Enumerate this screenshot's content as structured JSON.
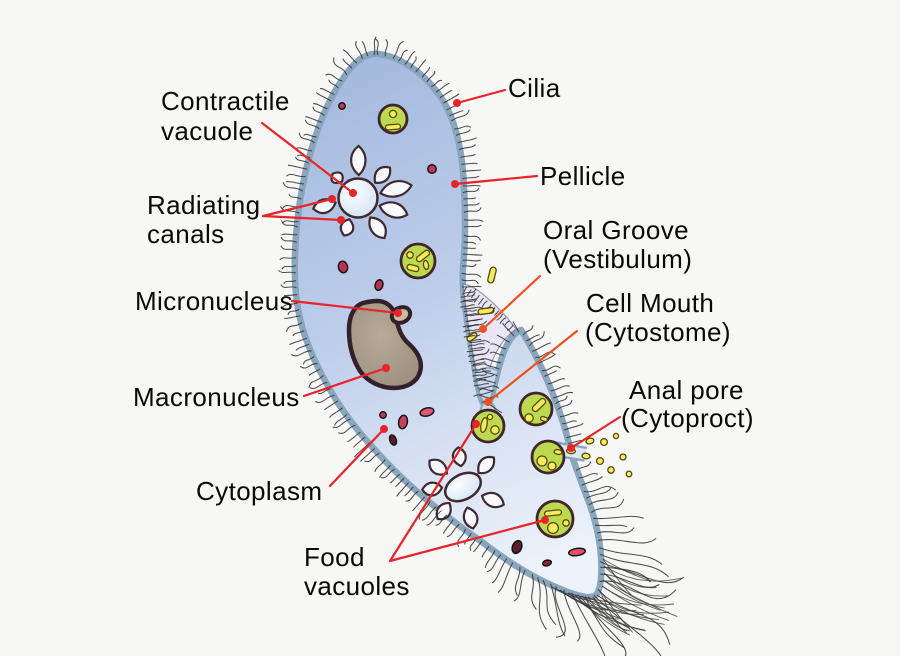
{
  "diagram": {
    "background": "#f7f7f5",
    "palette": {
      "background": "#f7f7f5",
      "cell_fill_top": "#a4bade",
      "cell_fill_mid": "#c9d6ee",
      "cell_fill_bottom": "#eef3fb",
      "membrane": "#8aa6bd",
      "cilia": "#2f2f2f",
      "leader_red": "#e8232a",
      "leader_orange": "#f0501f",
      "food_vacuole_fill": "#bcd94f",
      "particle_yellow": "#f3ec5d",
      "macronucleus_fill": "#a99c8a",
      "micronucleus_fill": "#cbb89e",
      "vestibulum_fill": "#e9e7f7",
      "contractile_vacuole_fill": "#e8f0fb"
    },
    "labels": {
      "cilia": {
        "lines": [
          "Cilia"
        ]
      },
      "pellicle": {
        "lines": [
          "Pellicle"
        ]
      },
      "contractile_vacuole": {
        "lines": [
          "Contractile",
          "vacuole"
        ]
      },
      "radiating_canals": {
        "lines": [
          "Radiating",
          "canals"
        ]
      },
      "micronucleus": {
        "lines": [
          "Micronucleus"
        ]
      },
      "macronucleus": {
        "lines": [
          "Macronucleus"
        ]
      },
      "oral_groove": {
        "lines": [
          "Oral Groove",
          "(Vestibulum)"
        ]
      },
      "cell_mouth": {
        "lines": [
          "Cell Mouth",
          "(Cytostome)"
        ]
      },
      "anal_pore": {
        "lines": [
          "Anal pore",
          "(Cytoproct)"
        ]
      },
      "cytoplasm": {
        "lines": [
          "Cytoplasm"
        ]
      },
      "food_vacuoles": {
        "lines": [
          "Food",
          "vacuoles"
        ]
      }
    }
  }
}
